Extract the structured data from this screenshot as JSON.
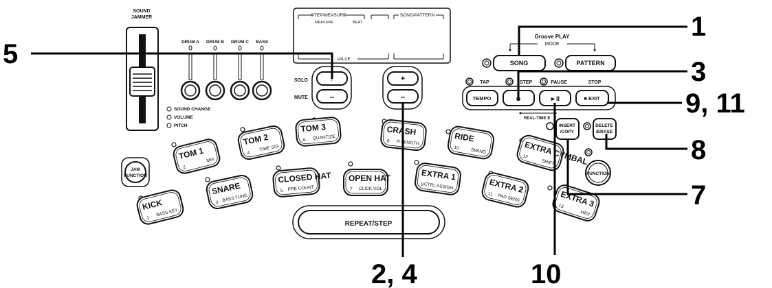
{
  "sound_jammer": {
    "label_line1": "SOUND",
    "label_line2": "JAMMER"
  },
  "knobs": {
    "labels": [
      "DRUM A",
      "DRUM B",
      "DRUM C",
      "BASS"
    ],
    "leds": [
      "SOUND CHANGE",
      "VOLUME",
      "PITCH"
    ]
  },
  "display": {
    "step_measure": "STEP/MEASURE",
    "measure": "MEASURE",
    "beat": "BEAT",
    "song_pattern": "SONG/PATTERN",
    "value": "VALUE"
  },
  "value_buttons": {
    "solo": "SOLO",
    "mute": "MUTE",
    "plus": "+",
    "minus": "–"
  },
  "groove": {
    "groove_play": "Groove PLAY",
    "mode": "MODE",
    "song": "SONG",
    "pattern": "PATTERN"
  },
  "transport": {
    "tap": "TAP",
    "step": "STEP",
    "pause": "PAUSE",
    "stop": "STOP",
    "tempo": "TEMPO",
    "record_symbol": "●",
    "play_symbol": "►II",
    "exit": "■ EXIT",
    "realtime": "REAL-TIME E"
  },
  "edit_buttons": {
    "insert_line1": "INSERT",
    "insert_line2": "/COPY",
    "delete_line1": "DELETE",
    "delete_line2": "/ERASE",
    "function": "FUNCTION"
  },
  "jam_function": {
    "line1": "JAM",
    "line2": "FUNCTION"
  },
  "pads": [
    {
      "name": "KICK",
      "num": "1",
      "sub": "BASS KEY"
    },
    {
      "name": "TOM 1",
      "num": "2",
      "sub": "MIX"
    },
    {
      "name": "SNARE",
      "num": "3",
      "sub": "BASS TUNE"
    },
    {
      "name": "TOM 2",
      "num": "4",
      "sub": "TIME SIG"
    },
    {
      "name": "CLOSED HAT",
      "num": "5",
      "sub": "PRE COUNT"
    },
    {
      "name": "TOM 3",
      "num": "6",
      "sub": "QUANTIZE"
    },
    {
      "name": "OPEN HAT",
      "num": "7",
      "sub": "CLICK VOL"
    },
    {
      "name": "CRASH",
      "num": "8",
      "sub": "R LENGTH"
    },
    {
      "name": "EXTRA 1",
      "num": "9",
      "sub": "CTRL ASSIGN"
    },
    {
      "name": "RIDE",
      "num": "10",
      "sub": "SWING"
    },
    {
      "name": "EXTRA 2",
      "num": "11",
      "sub": "PAD SENS"
    },
    {
      "name": "EXTRA CYMBAL",
      "num": "12",
      "sub": "SHIFT"
    },
    {
      "name": "EXTRA 3",
      "num": "13",
      "sub": "MIDI"
    }
  ],
  "repeat_step": "REPEAT/STEP",
  "callouts": {
    "c1": "1",
    "c3": "3",
    "c5": "5",
    "c7": "7",
    "c8": "8",
    "c9_11": "9, 11",
    "c2_4": "2, 4",
    "c10": "10"
  }
}
